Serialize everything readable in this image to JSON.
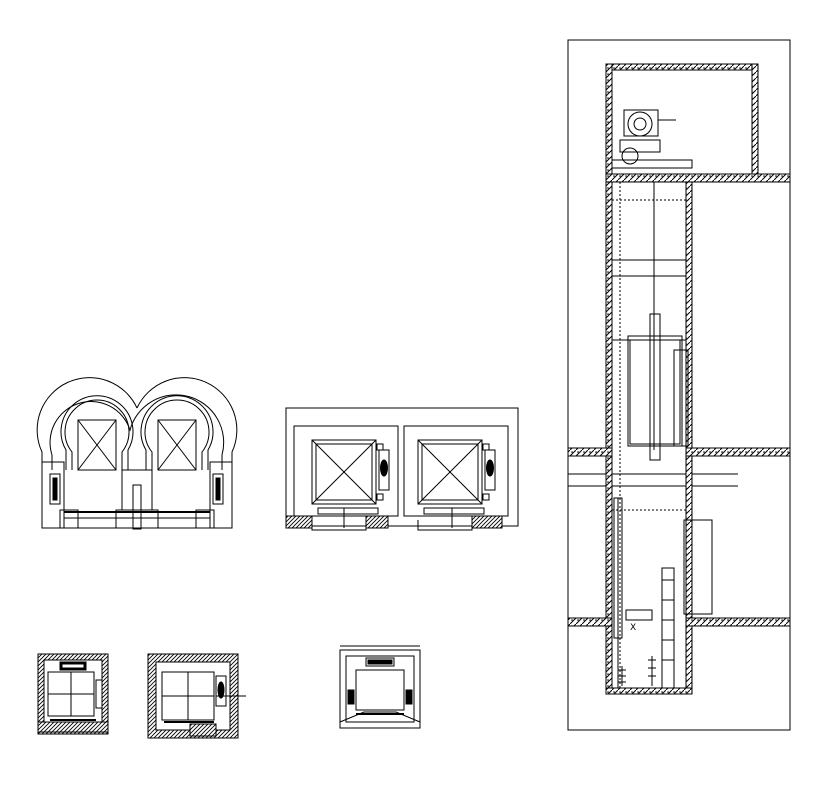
{
  "sheet": {
    "background": "#ffffff",
    "line_color": "#000000",
    "hatch_color": "#444444",
    "weight_label": "X",
    "label_visible": true
  },
  "views": [
    {
      "id": "arched-double-entrance-plan",
      "kind": "plan"
    },
    {
      "id": "twin-car-plan",
      "kind": "plan",
      "cars": 2
    },
    {
      "id": "small-car-plan-a",
      "kind": "plan"
    },
    {
      "id": "small-car-plan-b",
      "kind": "plan"
    },
    {
      "id": "small-car-plan-c",
      "kind": "plan"
    },
    {
      "id": "shaft-section",
      "kind": "section"
    }
  ]
}
